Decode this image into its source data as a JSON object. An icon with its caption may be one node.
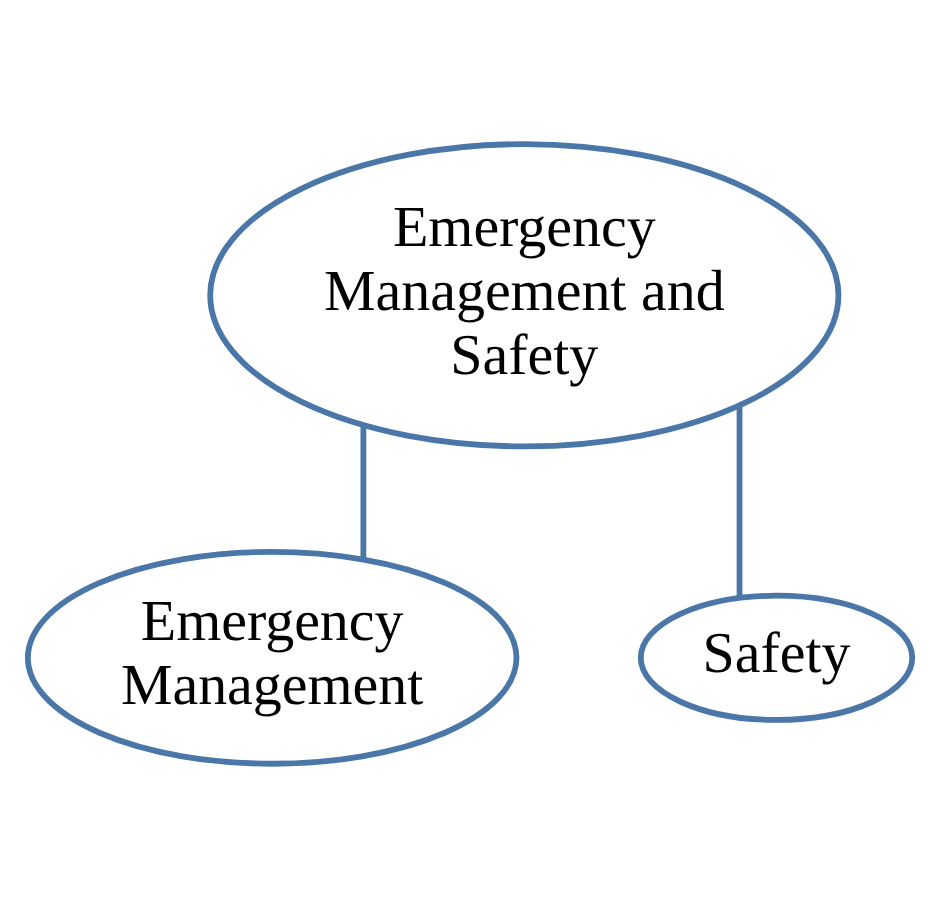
{
  "diagram": {
    "nodes": [
      {
        "text": [
          "Emergency Management and Safety"
        ]
      },
      {
        "text": [
          "Emergency Management"
        ]
      },
      {
        "text": [
          "Safety"
        ]
      }
    ],
    "edges": [
      {
        "from": 0,
        "to": 1,
        "arrow": "none"
      },
      {
        "from": 0,
        "to": 2,
        "arrow": "none"
      }
    ]
  }
}
